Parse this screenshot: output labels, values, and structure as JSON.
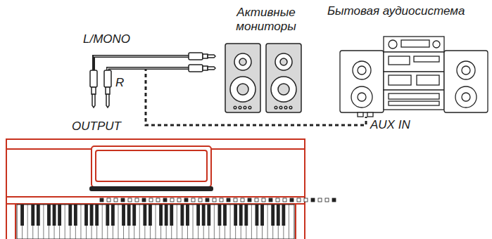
{
  "diagram": {
    "labels": [
      "L/MONO",
      "R",
      "OUTPUT",
      "Активные мониторы",
      "Бытовая аудиосистема",
      "AUX IN"
    ]
  }
}
